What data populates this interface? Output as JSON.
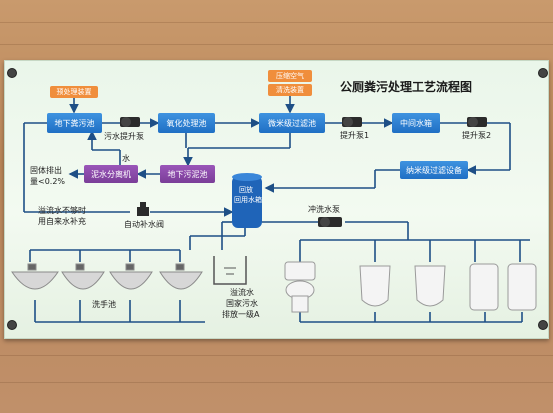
{
  "title": "公厕粪污处理工艺流程图",
  "tags": {
    "pretreatment": "预处理装置",
    "aeration": "压缩空气",
    "cleaning": "清洗装置"
  },
  "boxes": {
    "tank": "地下粪污池",
    "oxidation": "氧化处理池",
    "micro_filter": "微米级过滤池",
    "mid_tank": "中间水箱",
    "nano_filter": "纳米级过滤设备",
    "separator": "泥水分离机",
    "sludge": "地下污泥池",
    "recycle_tank_line1": "回放",
    "recycle_tank_line2": "回用水箱"
  },
  "labels": {
    "pump_sewage": "污水提升泵",
    "pump1": "提升泵1",
    "pump2": "提升泵2",
    "water": "水",
    "solid_line1": "固体排出",
    "solid_line2": "量<0.2%",
    "overflow_line1": "溢流水不够时",
    "overflow_line2": "用自来水补充",
    "auto_valve": "自动补水阀",
    "flush_pump": "冲洗水泵",
    "wash_basin": "洗手池",
    "discharge_line1": "溢流水",
    "discharge_line2": "国家污水",
    "discharge_line3": "排放一级A"
  },
  "colors": {
    "box_blue": "#1f6fc4",
    "box_purple": "#7a3d98",
    "tag_orange": "#f08e3c",
    "pipe": "#1e4f86"
  },
  "fixtures": [
    "basin",
    "basin",
    "basin",
    "basin",
    "toilet",
    "squat-urinal",
    "squat-urinal",
    "wall-urinal",
    "wall-urinal"
  ]
}
